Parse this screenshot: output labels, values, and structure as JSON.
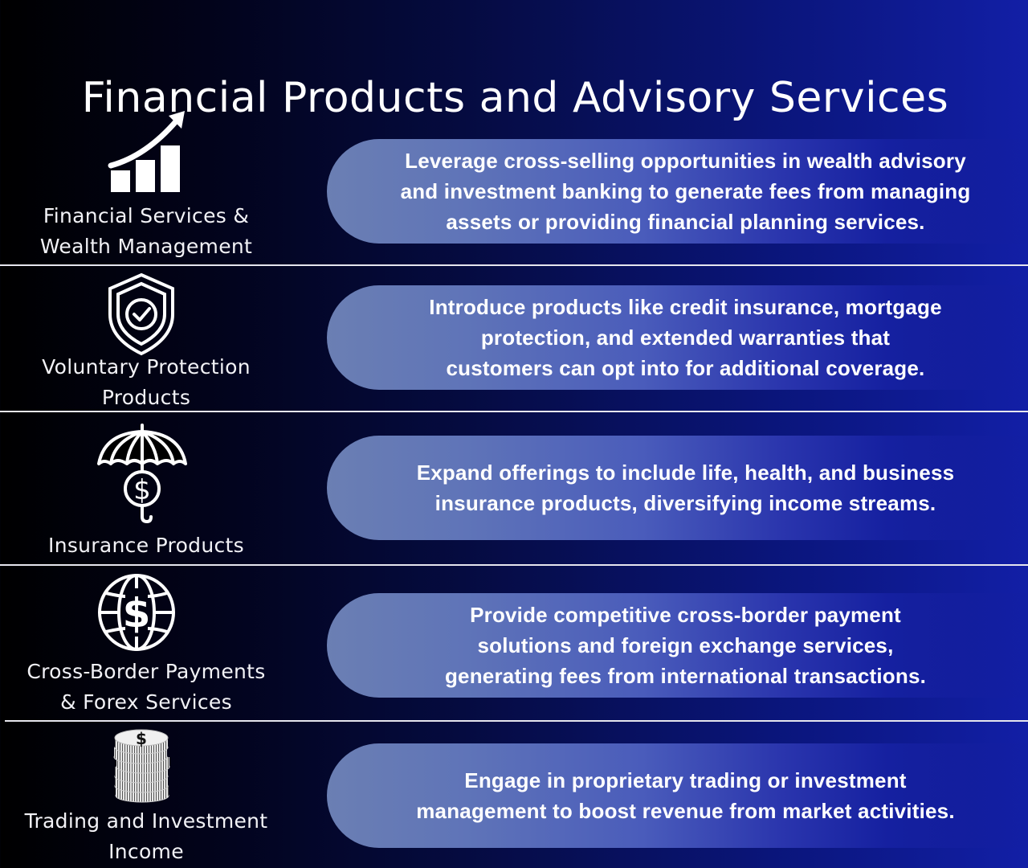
{
  "title": "Financial Products and Advisory Services",
  "colors": {
    "background_left": "#000000",
    "background_right": "#121fa6",
    "pill_left": "#6b7fb3",
    "pill_right": "#1520a0",
    "text": "#ffffff"
  },
  "rows": [
    {
      "icon": "growth-chart-icon",
      "label_line1": "Financial Services &",
      "label_line2": "Wealth Management",
      "description": "Leverage cross-selling opportunities in wealth advisory\nand investment banking to generate fees from managing\nassets or providing financial planning services."
    },
    {
      "icon": "shield-check-icon",
      "label_line1": "Voluntary Protection",
      "label_line2": "Products",
      "description": "Introduce products like credit insurance, mortgage\nprotection, and extended warranties that\ncustomers can opt into for additional coverage."
    },
    {
      "icon": "umbrella-dollar-icon",
      "label_line1": "Insurance Products",
      "label_line2": "",
      "description": "Expand offerings to include life, health, and business\ninsurance products, diversifying income streams."
    },
    {
      "icon": "globe-dollar-icon",
      "label_line1": "Cross-Border Payments",
      "label_line2": "& Forex Services",
      "description": "Provide competitive cross-border payment\nsolutions and foreign exchange services,\ngenerating fees from international transactions."
    },
    {
      "icon": "coin-stack-icon",
      "label_line1": "Trading and Investment",
      "label_line2": "Income",
      "description": "Engage in proprietary trading or investment\nmanagement to boost revenue from market activities."
    }
  ]
}
